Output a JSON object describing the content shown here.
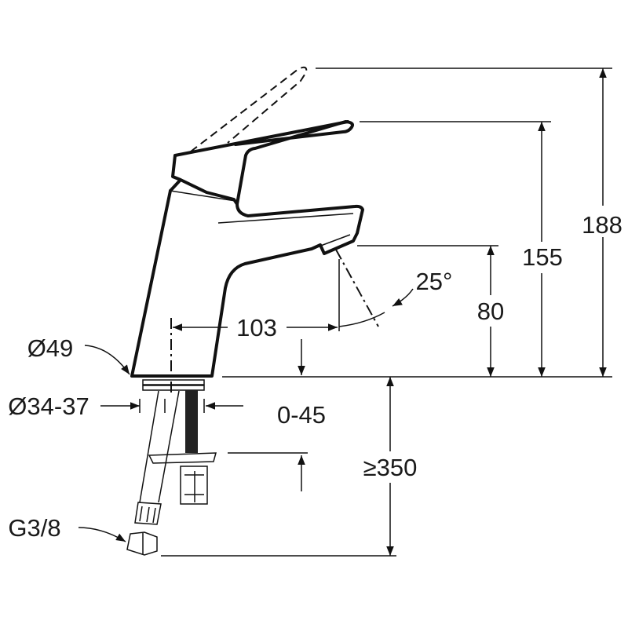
{
  "drawing": {
    "title": "Single-lever basin mixer dimension drawing",
    "dimensions": {
      "total_height": "188",
      "lever_height": "155",
      "spout_height": "80",
      "spout_angle": "25°",
      "spout_reach": "103",
      "base_diameter": "Ø49",
      "hole_diameter": "Ø34-37",
      "deck_thickness": "0-45",
      "hose_length": "≥350",
      "connection_thread": "G3/8"
    },
    "line_color": "#111111",
    "background": "#ffffff"
  }
}
